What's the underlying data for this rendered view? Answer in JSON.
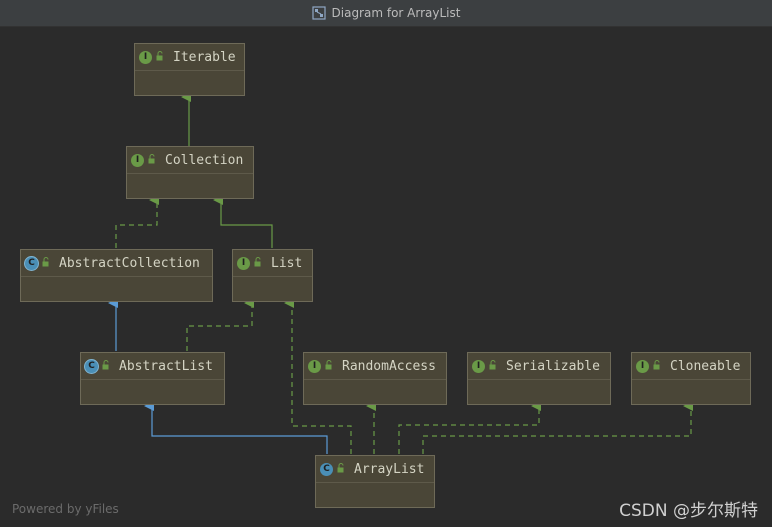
{
  "window": {
    "title": "Diagram for ArrayList"
  },
  "nodes": {
    "iterable": {
      "name": "Iterable",
      "kind": "I"
    },
    "collection": {
      "name": "Collection",
      "kind": "I"
    },
    "abstract_collection": {
      "name": "AbstractCollection",
      "kind": "C"
    },
    "list": {
      "name": "List",
      "kind": "I"
    },
    "abstract_list": {
      "name": "AbstractList",
      "kind": "C"
    },
    "random_access": {
      "name": "RandomAccess",
      "kind": "I"
    },
    "serializable": {
      "name": "Serializable",
      "kind": "I"
    },
    "cloneable": {
      "name": "Cloneable",
      "kind": "I"
    },
    "array_list": {
      "name": "ArrayList",
      "kind": "C"
    }
  },
  "colors": {
    "interface_badge": "#6a9a47",
    "class_badge": "#4a8fb6",
    "extends_arrow": "#5b9bd5",
    "implements_arrow": "#6a9a47",
    "node_fill": "#4a4637"
  },
  "footer": {
    "powered_by": "Powered by yFiles",
    "watermark": "CSDN @步尔斯特"
  }
}
